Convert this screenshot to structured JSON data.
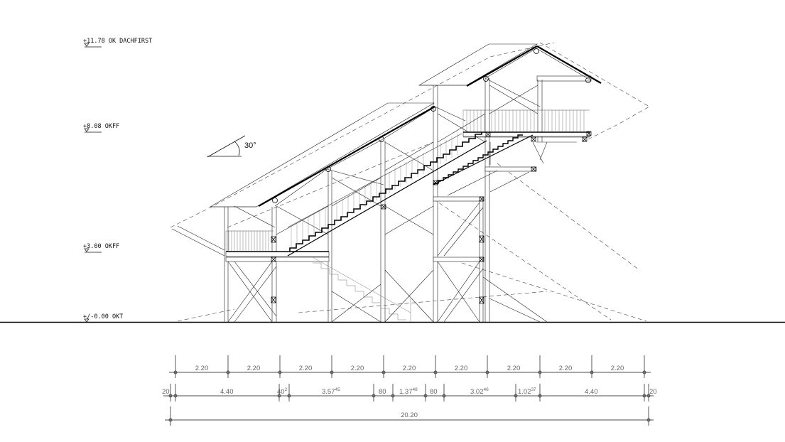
{
  "levels": [
    {
      "label": "+11.78 OK DACHFIRST"
    },
    {
      "label": "+8.08 OKFF"
    },
    {
      "label": "+3.00 OKFF"
    },
    {
      "label": "+/-0.00 OKT"
    }
  ],
  "angle_label": "30°",
  "dimensions": {
    "row1": [
      "2.20",
      "2.20",
      "2.20",
      "2.20",
      "2.20",
      "2.20",
      "2.20",
      "2.20",
      "2.20"
    ],
    "row2": [
      {
        "main": "20",
        "sup": ""
      },
      {
        "main": "4.40",
        "sup": ""
      },
      {
        "main": "40",
        "sup": "2"
      },
      {
        "main": "3.57",
        "sup": "45"
      },
      {
        "main": "80",
        "sup": ""
      },
      {
        "main": "1.37",
        "sup": "48"
      },
      {
        "main": "80",
        "sup": ""
      },
      {
        "main": "3.02",
        "sup": "46"
      },
      {
        "main": "1.02",
        "sup": "37"
      },
      {
        "main": "4.40",
        "sup": ""
      },
      {
        "main": "20",
        "sup": ""
      }
    ],
    "total": "20.20"
  }
}
